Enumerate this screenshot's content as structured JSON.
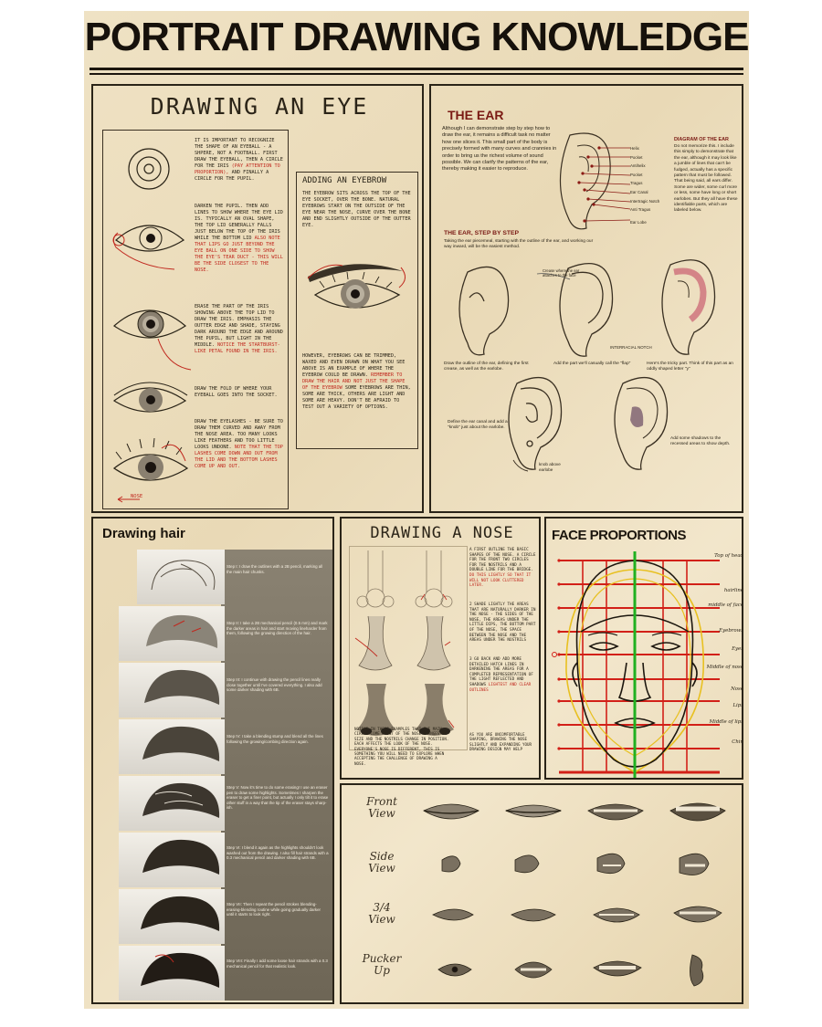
{
  "poster": {
    "title": "PORTRAIT DRAWING KNOWLEDGE"
  },
  "eye_section": {
    "title": "DRAWING AN EYE",
    "para1": "IT IS IMPORTANT TO RECOGNIZE THE SHAPE OF AN EYEBALL - A SHPERE, NOT A FOOTBALL. FIRST DRAW THE EYEBALL, THEN A CIRCLE FOR THE IRIS",
    "para1_red": "(PAY ATTENTION TO PROPORTION),",
    "para1_end": "AND FINALLY A CIRCLE FOR THE PUPIL.",
    "para2": "DARKEN THE PUPIL. THEN ADD LINES TO SHOW WHERE THE EYE LID IS. TYPICALLY AN OVAL SHAPE, THE TOP LID GENERALLY FALLS JUST BELOW THE TOP OF THE IRIS WHILE THE BOTTOM LID",
    "para2_red": "ALSO NOTE THAT LIPS GO JUST BEYOND THE EYE BALL ON ONE SIDE TO SHOW THE EYE'S TEAR DUCT - THIS WILL BE THE SIDE CLOSEST TO THE NOSE.",
    "para3": "ERASE THE PART OF THE IRIS SHOWING ABOVE THE TOP LID TO DRAW THE IRIS. EMPHASIS THE OUTTER EDGE AND SHADE, STAYING DARK AROUND THE EDGE AND AROUND THE PUPIL, BUT LIGHT IN THE MIDDLE.",
    "para3_red": "NOTICE THE STARTBURST-LIKE PETAL FOUND IN THE IRIS.",
    "para4": "DRAW THE FOLD OF WHERE YOUR EYEBALL GOES INTO THE SOCKET.",
    "para5": "DRAW THE EYELASHES - BE SURE TO DRAW THEM CURVED AND AWAY FROM THE NOSE AREA. TOO MANY LOOKS LIKE FEATHERS AND TOO LITTLE LOOKS UNDONE.",
    "para5_red": "NOTE THAT THE TOP LASHES COME DOWN AND OUT FROM THE LID AND THE BOTTOM LASHES COME UP AND OUT.",
    "nose_label": "NOSE",
    "eyebrow_title": "ADDING AN EYEBROW",
    "eyebrow_para1": "THE EYEBROW SITS ACROSS THE TOP OF THE EYE SOCKET, OVER THE BONE. NATURAL EYEBROWS START ON THE OUTSIDE OF THE EYE NEAR THE NOSE, CURVE OVER THE BONE AND END SLIGHTLY OUTSIDE OF THE OUTTER EYE.",
    "eyebrow_para2": "HOWEVER, EYEBROWS CAN BE TRIMMED, WAXED AND EVEN DRAWN ON WHAT YOU SEE ABOVE IS AN EXAMPLE OF WHERE THE EYEBROW COULD BE DRAWN.",
    "eyebrow_para2_red": "REMEMBER TO DRAW THE HAIR AND NOT JUST THE SHAPE OF THE EYEBROW",
    "eyebrow_para2_end": "SOME EYEBROWS ARE THIN, SOME ARE THICK, OTHERS ARE LIGHT AND SOME ARE HEAVY. DON'T BE AFRAID TO TEST OUT A VARIETY OF OPTIONS."
  },
  "ear_section": {
    "title": "THE EAR",
    "intro": "Although I can demonstrate step by step how to draw the ear, it remains a difficult task no matter how one slices it. This small part of the body is precisely formed with many curves and crannies in order to bring us the richest volume of sound possible. We can clarify the patterns of the ear, thereby making it easier to reproduce.",
    "diagram_labels": [
      "Helix",
      "Pocket",
      "Antihelix",
      "Pocket",
      "Tragus",
      "Ear Canal",
      "Intertragic Notch",
      "Anti Tragus",
      "Ear Lobe"
    ],
    "diagram_title": "DIAGRAM OF THE EAR",
    "diagram_text": "Do not memorize this. I include this simply to demonstrate that the ear, although it may look like a jumble of lines that can't be fudged, actually has a specific pattern that must be followed. That being said, all ears differ. Some are wider, some curl more or less, some have long or short earlobes. But they all have these identifiable parts, which are labeled below.",
    "step_title": "THE EAR, STEP BY STEP",
    "step_intro": "Taking the ear piecemeal, starting with the outline of the ear, and working our way inward, will be the easiest method.",
    "crease_note": "Crease where the ear attaches to the face",
    "notch_label": "INTERRACIAL NOTCH",
    "cap1": "Draw the outline of the ear, defining the first crease, as well as the earlobe.",
    "cap2": "Add the part we'll casually call the \"flap\"",
    "cap3": "Here's the tricky part. Think of this part as an oddly shaped letter \"y\"",
    "cap4": "Define the ear canal and add a \"knob\" just about the earlobe.",
    "knob_label": "knob above earlobe",
    "cap5": "Add some shadows to the recessed areas to show depth."
  },
  "hair_section": {
    "title": "Drawing hair",
    "steps": [
      "Step I: I draw the outlines with a 2B pencil, marking all the main hair chunks.",
      "Step II: I take a 2B mechanical pencil (0.5 mm) and mark the darker areas in hair and start moving lineharder from them, following the growing direction of the hair.",
      "Step III: I continue with drawing the pencil lines really close together until I've covered everything. I also add some darker shading with 6B.",
      "Step IV: I take a blending stump and blend all the lines following the growing/combing direction again.",
      "Step V: Now it's time to do some erasing! I use an eraser pen to draw some highlights. Sometimes I sharpen the eraser to get a finer point, but actually I only tilt it to erase other stuff in a way that the tip of the eraser stays sharp-ish.",
      "Step VI: I blend it again as the highlights shouldn't look washed out from the drawing. I also fill hair strands with a 0.3 mechanical pencil and darker shading with 6B.",
      "Step VII: Then I repeat the pencil strokes blending-erasing-blending routine while going gradually darker until it starts to look right.",
      "Step VIII: Finally I add some loose hair strands with a 0.3 mechanical pencil for that realistic look."
    ]
  },
  "nose_section": {
    "title": "DRAWING A NOSE",
    "text1": "A FIRST OUTLINE THE BASIC SHAPES OF THE NOSE. A CIRCLE FOR THE FRONT TWO CIRCLES FOR THE NOSTRILS AND A DOUBLE LINE FOR THE BRIDGE.",
    "text1_red": "DO THIS LIGHTLY SO THAT IT WILL NOT LOOK CLUTTERED LATER.",
    "text2": "2 SHADE LIGHTLY THE AREAS THAT ARE NATURALLY DARKER IN THE NOSE - THE SIDES OF THE NOSE, THE AREAS UNDER THE LITTLE DIPS, THE BOTTOM PART OF THE NOSE, THE SPACE BETWEEN THE NOSE AND THE AREAS UNDER THE NOSTRILS",
    "text3": "3 GO BACK AND ADD MORE DETAILED HATCH LINES IN DARKENING THE AREAS FOR A COMPLETED REPRESENTATION OF THE LIGHT REFLECTED AND SHADOWS",
    "text3_red": "LIGHTEST AND CLEAR OUTLINES",
    "text4": "NOTICE IN THESE EXAMPLES THAT THE MAIN CIRCLE COME FRONT OF THE NOSE CHANGES IN SIZE AND THE NOSTRILS CHANGE IN POSITION. EACH AFFECTS THE LOOK OF THE NOSE. EVERYONE'S NOSE IS DIFFERENT, THIS IS SOMETHING YOU WILL NEED TO EXPLORE WHEN ACCEPTING THE CHALLENGE OF DRAWING A NOSE.",
    "text5": "AS YOU ARE UNCOMFORTABLE SHAPING, DRAWING THE NOSE SLIGHTLY AND EXPANDING YOUR DRAWING DESIGN MAY HELP"
  },
  "face_section": {
    "title": "FACE PROPORTIONS",
    "labels": [
      "Top of head",
      "hairline",
      "middle of face",
      "Eyebrows",
      "Eyes",
      "Middle of nose",
      "Nose",
      "Lips",
      "Middle of lips",
      "Chin"
    ]
  },
  "lips_section": {
    "rows": [
      {
        "label1": "Front",
        "label2": "View"
      },
      {
        "label1": "Side",
        "label2": "View"
      },
      {
        "label1": "3/4",
        "label2": "View"
      },
      {
        "label1": "Pucker",
        "label2": "Up"
      }
    ]
  },
  "colors": {
    "paper": "#efe2c4",
    "ink": "#2a2418",
    "accent_red": "#c0281e",
    "guide_green": "#20a020",
    "guide_yellow": "#e8c020"
  }
}
